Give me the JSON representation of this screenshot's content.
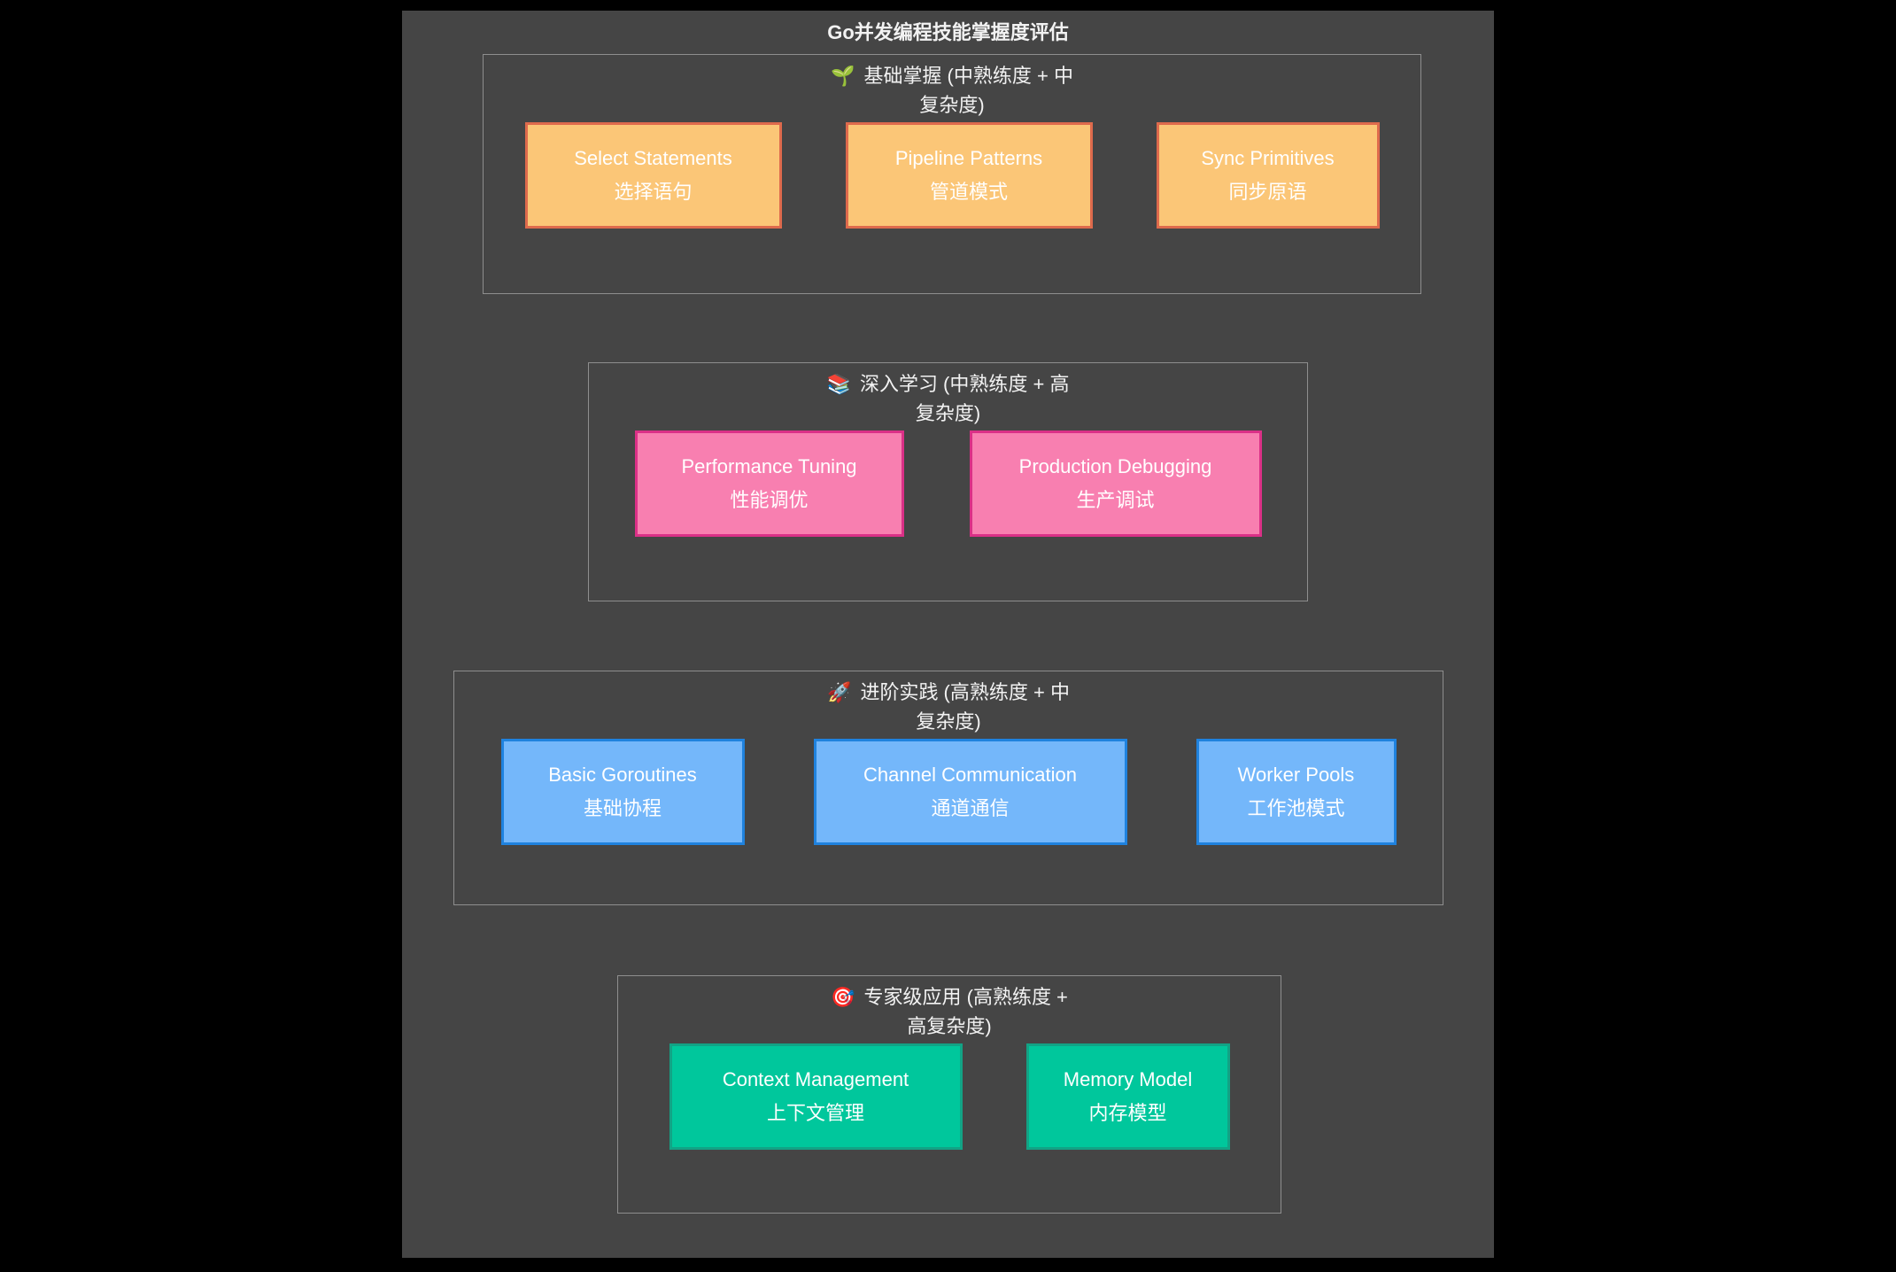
{
  "colors": {
    "page_background": "#000000",
    "canvas_background": "#454545",
    "cluster_border": "#8e8e8e",
    "text": "#f2f2f2",
    "node_text": "#ffffff"
  },
  "title": "Go并发编程技能掌握度评估",
  "groups": [
    {
      "id": "foundation",
      "icon": "🌱",
      "label_line1": "基础掌握 (中熟练度 + 中",
      "label_line2": "复杂度)",
      "colors": {
        "fill": "#FBC677",
        "stroke": "#DE6A4C"
      },
      "nodes": [
        {
          "en": "Select Statements",
          "zh": "选择语句"
        },
        {
          "en": "Pipeline Patterns",
          "zh": "管道模式"
        },
        {
          "en": "Sync Primitives",
          "zh": "同步原语"
        }
      ]
    },
    {
      "id": "deep-learning",
      "icon": "📚",
      "label_line1": "深入学习 (中熟练度 + 高",
      "label_line2": "复杂度)",
      "colors": {
        "fill": "#F87FB0",
        "stroke": "#DB3087"
      },
      "nodes": [
        {
          "en": "Performance Tuning",
          "zh": "性能调优"
        },
        {
          "en": "Production Debugging",
          "zh": "生产调试"
        }
      ]
    },
    {
      "id": "advanced-practice",
      "icon": "🚀",
      "label_line1": "进阶实践 (高熟练度 + 中",
      "label_line2": "复杂度)",
      "colors": {
        "fill": "#74B7FA",
        "stroke": "#1F82DE"
      },
      "nodes": [
        {
          "en": "Basic Goroutines",
          "zh": "基础协程"
        },
        {
          "en": "Channel Communication",
          "zh": "通道通信"
        },
        {
          "en": "Worker Pools",
          "zh": "工作池模式"
        }
      ]
    },
    {
      "id": "expert-application",
      "icon": "🎯",
      "label_line1": "专家级应用 (高熟练度 +",
      "label_line2": "高复杂度)",
      "colors": {
        "fill": "#00C79C",
        "stroke": "#12A385"
      },
      "nodes": [
        {
          "en": "Context Management",
          "zh": "上下文管理"
        },
        {
          "en": "Memory Model",
          "zh": "内存模型"
        }
      ]
    }
  ]
}
